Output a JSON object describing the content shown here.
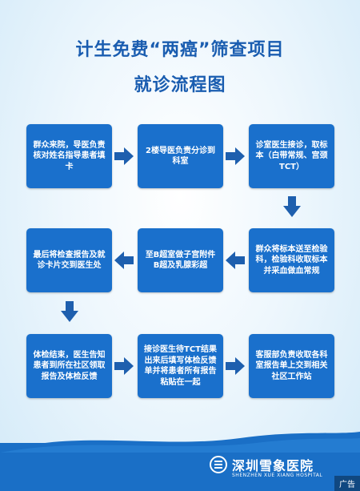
{
  "title_line1": "计生免费“两癌”筛查项目",
  "title_line2": "就诊流程图",
  "steps": [
    "群众来院，导医负责核对姓名指导患者填卡",
    "2楼导医负责分诊到科室",
    "诊室医生接诊，取标本（白带常规、宫颈TCT）",
    "群众将标本送至检验科，检验科收取标本并采血做血常规",
    "至B超室做子宫附件B超及乳腺彩超",
    "最后将检查报告及就诊卡片交到医生处",
    "体检结束，医生告知患者到所在社区领取报告及体检反馈",
    "接诊医生待TCT结果出来后填写体检反馈单并将患者所有报告粘贴在一起",
    "客服部负责收取各科室报告单上交到相关社区工作站"
  ],
  "footer": {
    "logo_text": "深圳雪象医院",
    "logo_en": "SHENZHEN XUE XIANG HOSPITAL",
    "ad_label": "广告"
  },
  "colors": {
    "title": "#1a5db0",
    "box": "#1a70cc",
    "arrow": "#1e5fae",
    "footer": "#1a6fc6"
  }
}
